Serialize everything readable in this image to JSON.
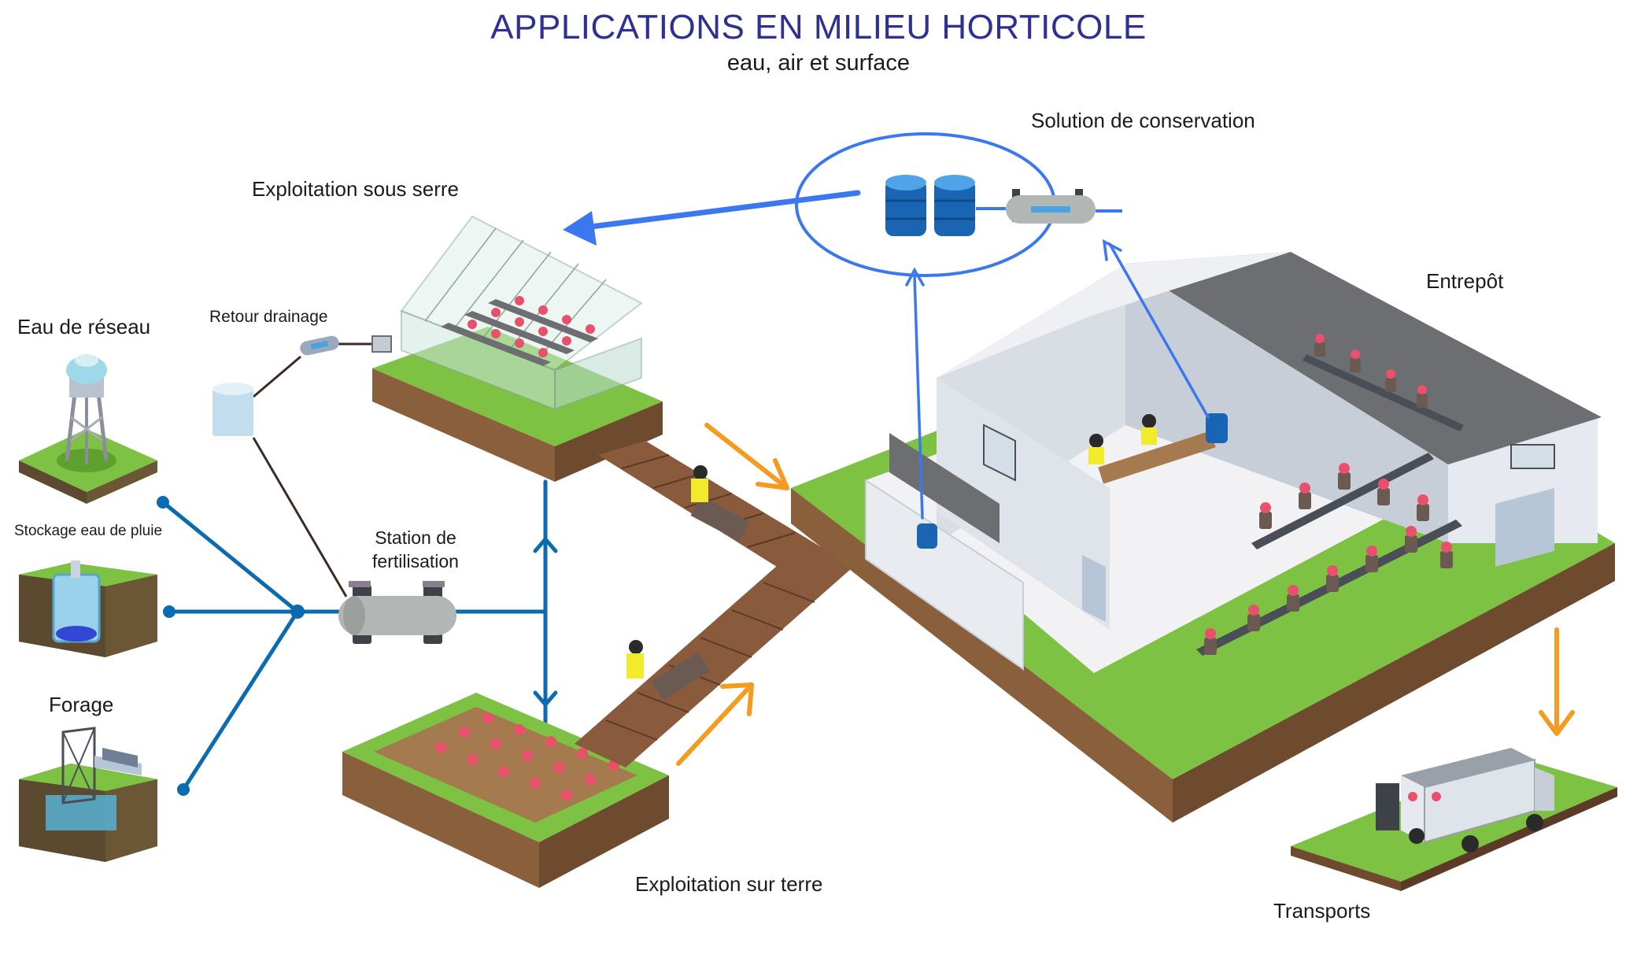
{
  "header": {
    "title": "APPLICATIONS EN MILIEU HORTICOLE",
    "subtitle": "eau, air et surface"
  },
  "labels": {
    "eau_reseau": "Eau de réseau",
    "stockage_pluie": "Stockage eau de pluie",
    "forage": "Forage",
    "retour_drainage": "Retour drainage",
    "serre": "Exploitation sous serre",
    "station_line1": "Station de",
    "station_line2": "fertilisation",
    "conservation": "Solution de conservation",
    "entrepot": "Entrepôt",
    "exploitation_terre": "Exploitation sur  terre",
    "transports": "Transports"
  },
  "colors": {
    "title": "#2e3192",
    "pipe_blue": "#0b6bb0",
    "light_blue_arrow": "#3b78f0",
    "orange_arrow": "#f39c1f",
    "grass": "#7dc242",
    "soil": "#a57a4e",
    "wall": "#e6e9ef",
    "roof": "#6d6e71"
  },
  "icons": {
    "water_tower": "water-tower-icon",
    "rain_tank": "rain-tank-icon",
    "borehole": "borehole-icon",
    "greenhouse": "greenhouse-icon",
    "uv_reactor": "uv-reactor-icon",
    "barrels": "barrel-icon",
    "warehouse": "warehouse-icon",
    "truck": "truck-icon"
  }
}
